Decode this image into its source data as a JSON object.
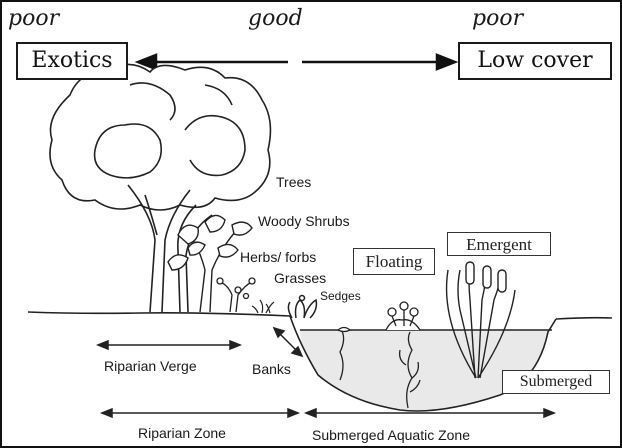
{
  "scale": {
    "left_quality": "poor",
    "center_quality": "good",
    "right_quality": "poor",
    "left_box": "Exotics",
    "right_box": "Low cover"
  },
  "labels": {
    "trees": "Trees",
    "woody_shrubs": "Woody Shrubs",
    "herbs_forbs": "Herbs/ forbs",
    "grasses": "Grasses",
    "sedges": "Sedges",
    "floating": "Floating",
    "emergent": "Emergent",
    "submerged": "Submerged",
    "riparian_verge": "Riparian Verge",
    "banks": "Banks",
    "riparian_zone": "Riparian Zone",
    "submerged_aquatic_zone": "Submerged Aquatic Zone"
  }
}
